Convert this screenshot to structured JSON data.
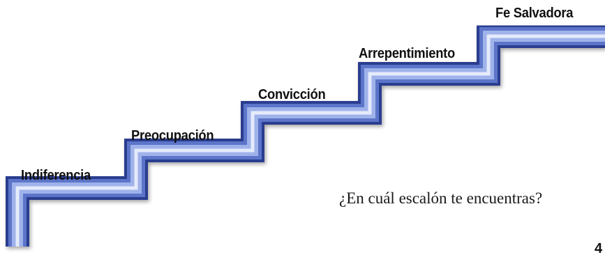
{
  "steps": [
    {
      "label": "Indiferencia"
    },
    {
      "label": "Preocupación"
    },
    {
      "label": "Convicción"
    },
    {
      "label": "Arrepentimiento"
    },
    {
      "label": "Fe Salvadora"
    }
  ],
  "question": "¿En cuál escalón te encuentras?",
  "page_number": "4",
  "colors": {
    "stair_outer": "#2a3d8f",
    "stair_mid": "#5b74c9",
    "stair_inner": "#9fb2ea",
    "stair_highlight": "#e4ebfb"
  }
}
